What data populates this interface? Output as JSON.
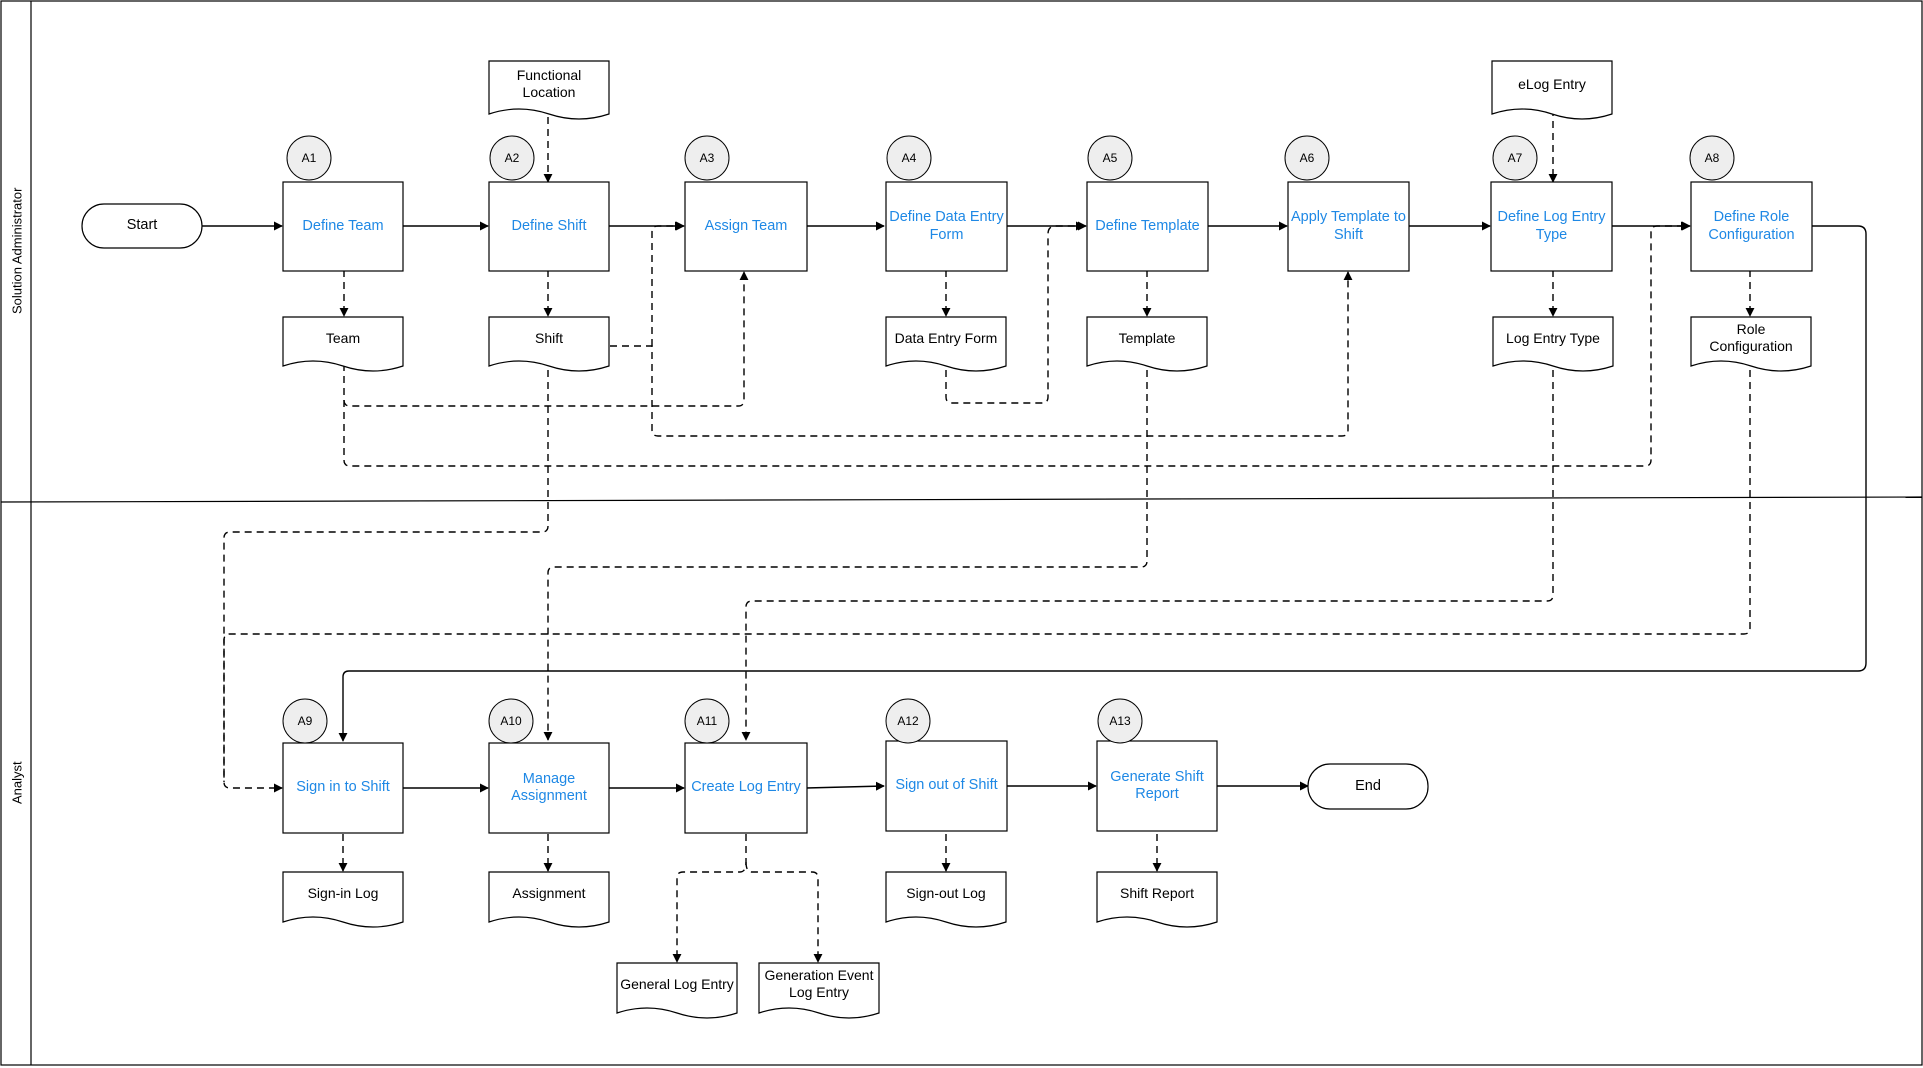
{
  "lanes": {
    "admin": "Solution Administrator",
    "analyst": "Analyst"
  },
  "start": "Start",
  "end": "End",
  "activities": {
    "a1": "Define Team",
    "a2": "Define Shift",
    "a3": "Assign Team",
    "a4": "Define Data Entry Form",
    "a5": "Define Template",
    "a6": "Apply Template to Shift",
    "a7": "Define Log Entry Type",
    "a8": "Define Role Configuration",
    "a9": "Sign in to Shift",
    "a10": "Manage Assignment",
    "a11": "Create Log Entry",
    "a12": "Sign out of Shift",
    "a13": "Generate Shift Report"
  },
  "badges": {
    "a1": "A1",
    "a2": "A2",
    "a3": "A3",
    "a4": "A4",
    "a5": "A5",
    "a6": "A6",
    "a7": "A7",
    "a8": "A8",
    "a9": "A9",
    "a10": "A10",
    "a11": "A11",
    "a12": "A12",
    "a13": "A13"
  },
  "documents": {
    "functional_location": "Functional Location",
    "elog_entry": "eLog Entry",
    "team": "Team",
    "shift": "Shift",
    "data_entry_form": "Data Entry Form",
    "template": "Template",
    "log_entry_type": "Log Entry Type",
    "role_configuration": "Role Configuration",
    "sign_in_log": "Sign-in Log",
    "assignment": "Assignment",
    "general_log_entry": "General Log Entry",
    "generation_event_log_entry": "Generation Event Log Entry",
    "sign_out_log": "Sign-out Log",
    "shift_report": "Shift Report"
  },
  "colors": {
    "activity_text": "#1e88e5",
    "line": "#000000",
    "badge_fill": "#eeeeee"
  }
}
